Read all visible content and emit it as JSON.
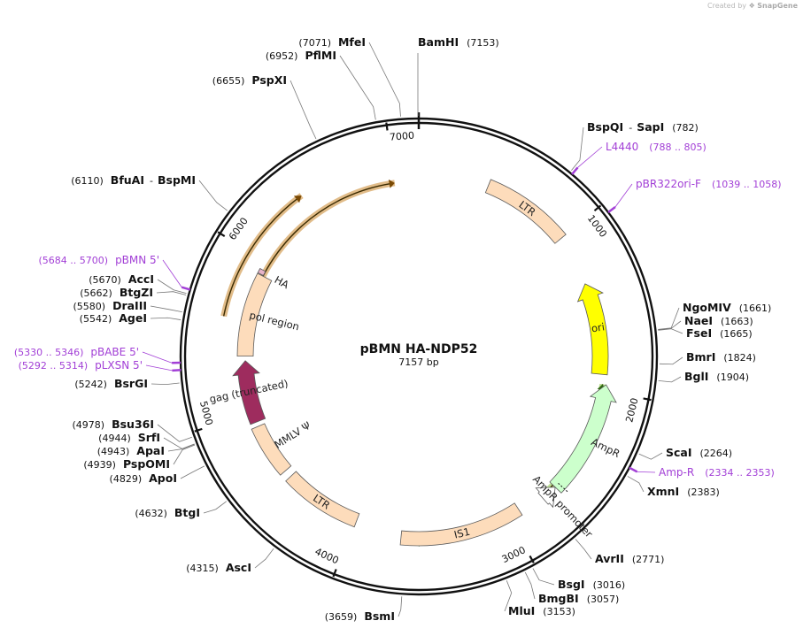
{
  "credit": {
    "prefix": "Created by",
    "brand": "SnapGene"
  },
  "plasmid": {
    "name": "pBMN HA-NDP52",
    "size_label": "7157 bp",
    "length": 7157
  },
  "ticks": [
    {
      "label": "1000",
      "pos": 1000
    },
    {
      "label": "2000",
      "pos": 2000
    },
    {
      "label": "3000",
      "pos": 3000
    },
    {
      "label": "4000",
      "pos": 4000
    },
    {
      "label": "5000",
      "pos": 5000
    },
    {
      "label": "6000",
      "pos": 6000
    },
    {
      "label": "7000",
      "pos": 7000
    }
  ],
  "enzymes": [
    {
      "name": "BamHI",
      "pos_label": "(7153)",
      "pos": 7153
    },
    {
      "name": "BspQI",
      "sep": "-",
      "name2": "SapI",
      "pos_label": "(782)",
      "pos": 782
    },
    {
      "name": "NgoMIV",
      "pos_label": "(1661)",
      "pos": 1661
    },
    {
      "name": "NaeI",
      "pos_label": "(1663)",
      "pos": 1663
    },
    {
      "name": "FseI",
      "pos_label": "(1665)",
      "pos": 1665
    },
    {
      "name": "BmrI",
      "pos_label": "(1824)",
      "pos": 1824
    },
    {
      "name": "BglI",
      "pos_label": "(1904)",
      "pos": 1904
    },
    {
      "name": "ScaI",
      "pos_label": "(2264)",
      "pos": 2264
    },
    {
      "name": "XmnI",
      "pos_label": "(2383)",
      "pos": 2383
    },
    {
      "name": "AvrII",
      "pos_label": "(2771)",
      "pos": 2771
    },
    {
      "name": "BsgI",
      "pos_label": "(3016)",
      "pos": 3016
    },
    {
      "name": "BmgBI",
      "pos_label": "(3057)",
      "pos": 3057
    },
    {
      "name": "MluI",
      "pos_label": "(3153)",
      "pos": 3153
    },
    {
      "name": "BsmI",
      "pos_label": "(3659)",
      "pos": 3659
    },
    {
      "name": "AscI",
      "pos_label": "(4315)",
      "pos": 4315
    },
    {
      "name": "BtgI",
      "pos_label": "(4632)",
      "pos": 4632
    },
    {
      "name": "ApoI",
      "pos_label": "(4829)",
      "pos": 4829
    },
    {
      "name": "PspOMI",
      "pos_label": "(4939)",
      "pos": 4939
    },
    {
      "name": "ApaI",
      "pos_label": "(4943)",
      "pos": 4943
    },
    {
      "name": "SrfI",
      "pos_label": "(4944)",
      "pos": 4944
    },
    {
      "name": "Bsu36I",
      "pos_label": "(4978)",
      "pos": 4978
    },
    {
      "name": "BsrGI",
      "pos_label": "(5242)",
      "pos": 5242
    },
    {
      "name": "AgeI",
      "pos_label": "(5542)",
      "pos": 5542
    },
    {
      "name": "DraIII",
      "pos_label": "(5580)",
      "pos": 5580
    },
    {
      "name": "BtgZI",
      "pos_label": "(5662)",
      "pos": 5662
    },
    {
      "name": "AccI",
      "pos_label": "(5670)",
      "pos": 5670
    },
    {
      "name": "BfuAI",
      "sep": "-",
      "name2": "BspMI",
      "pos_label": "(6110)",
      "pos": 6110
    },
    {
      "name": "PspXI",
      "pos_label": "(6655)",
      "pos": 6655
    },
    {
      "name": "PflMI",
      "pos_label": "(6952)",
      "pos": 6952
    },
    {
      "name": "MfeI",
      "pos_label": "(7071)",
      "pos": 7071
    }
  ],
  "primers": [
    {
      "name": "L4440",
      "range": "(788 .. 805)",
      "pos": 796
    },
    {
      "name": "pBR322ori-F",
      "range": "(1039 .. 1058)",
      "pos": 1048
    },
    {
      "name": "Amp-R",
      "range": "(2334 .. 2353)",
      "pos": 2343
    },
    {
      "name": "pBABE 5'",
      "range": "(5330 .. 5346)",
      "pos": 5338
    },
    {
      "name": "pLXSN 5'",
      "range": "(5292 .. 5314)",
      "pos": 5303
    },
    {
      "name": "pBMN 5'",
      "range": "(5684 .. 5700)",
      "pos": 5692
    }
  ],
  "features": [
    {
      "name": "LTR",
      "start": 440,
      "end": 1000,
      "color": "#fddcbb",
      "shape": "box"
    },
    {
      "name": "ori",
      "start": 1320,
      "end": 1900,
      "color": "#ffff00",
      "shape": "arrow-ccw"
    },
    {
      "name": "AmpR",
      "start": 1960,
      "end": 2660,
      "color": "#ccffcc",
      "shape": "arrow-ccw"
    },
    {
      "name": "AmpR promoter",
      "start": 2660,
      "end": 2760,
      "color": "#ffffff",
      "shape": "arrow-ccw"
    },
    {
      "name": "IS1",
      "start": 2920,
      "end": 3690,
      "color": "#fddcbb",
      "shape": "box"
    },
    {
      "name": "LTR",
      "start": 3990,
      "end": 4510,
      "color": "#fddcbb",
      "shape": "box"
    },
    {
      "name": "MMLV Ψ",
      "start": 4560,
      "end": 4900,
      "color": "#fddcbb",
      "shape": "box"
    },
    {
      "name": "gag (truncated)",
      "start": 4930,
      "end": 5340,
      "color": "#9e2c5e",
      "shape": "arrow-cw"
    },
    {
      "name": "pol region",
      "start": 5370,
      "end": 5910,
      "color": "#fddcbb",
      "shape": "box"
    },
    {
      "name": "HA",
      "start": 5915,
      "end": 5945,
      "color": "#e8b3c9",
      "shape": "box"
    }
  ],
  "orfs": [
    {
      "start": 5600,
      "end": 6440,
      "color": "#c88528"
    },
    {
      "start": 5640,
      "end": 7000,
      "color": "#c88528"
    },
    {
      "start": 1960,
      "end": 2710,
      "color": "#86c640"
    },
    {
      "start": 2940,
      "end": 3610,
      "color": "#86c640"
    }
  ]
}
